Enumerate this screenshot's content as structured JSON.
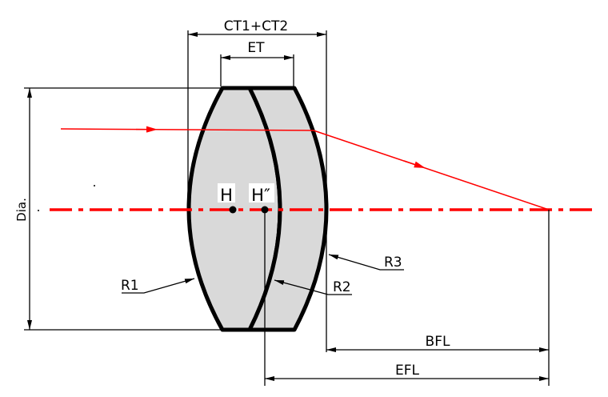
{
  "labels": {
    "ct_total": "CT1+CT2",
    "et": "ET",
    "dia": "Dia.",
    "h": "H",
    "h_double": "H″",
    "r1": "R1",
    "r2": "R2",
    "r3": "R3",
    "bfl": "BFL",
    "efl": "EFL"
  },
  "colors": {
    "lens_fill": "#d9d9d9",
    "ray": "#ff0000",
    "axis": "#ff0000",
    "lines": "#000000"
  }
}
